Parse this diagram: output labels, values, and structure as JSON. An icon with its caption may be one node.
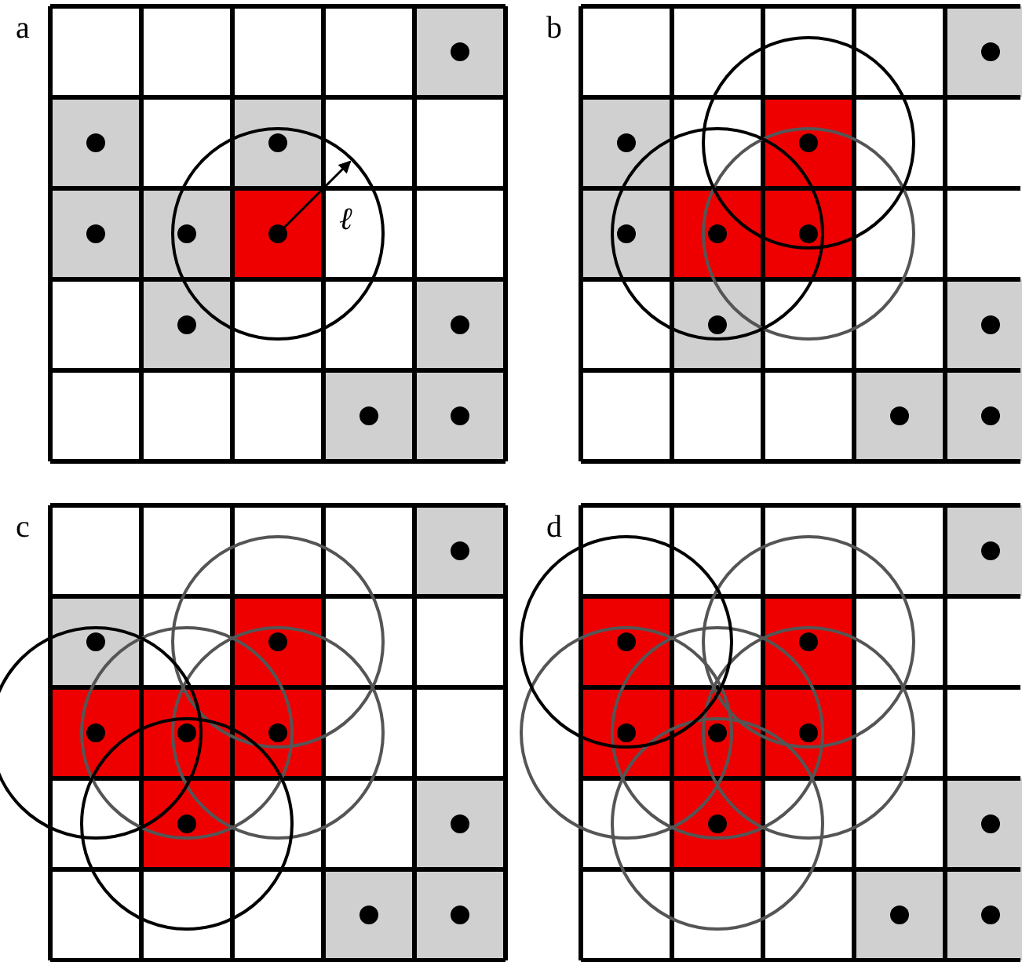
{
  "diagram": {
    "labels": [
      "a",
      "ℓ",
      "b",
      "c",
      "d"
    ]
  }
}
